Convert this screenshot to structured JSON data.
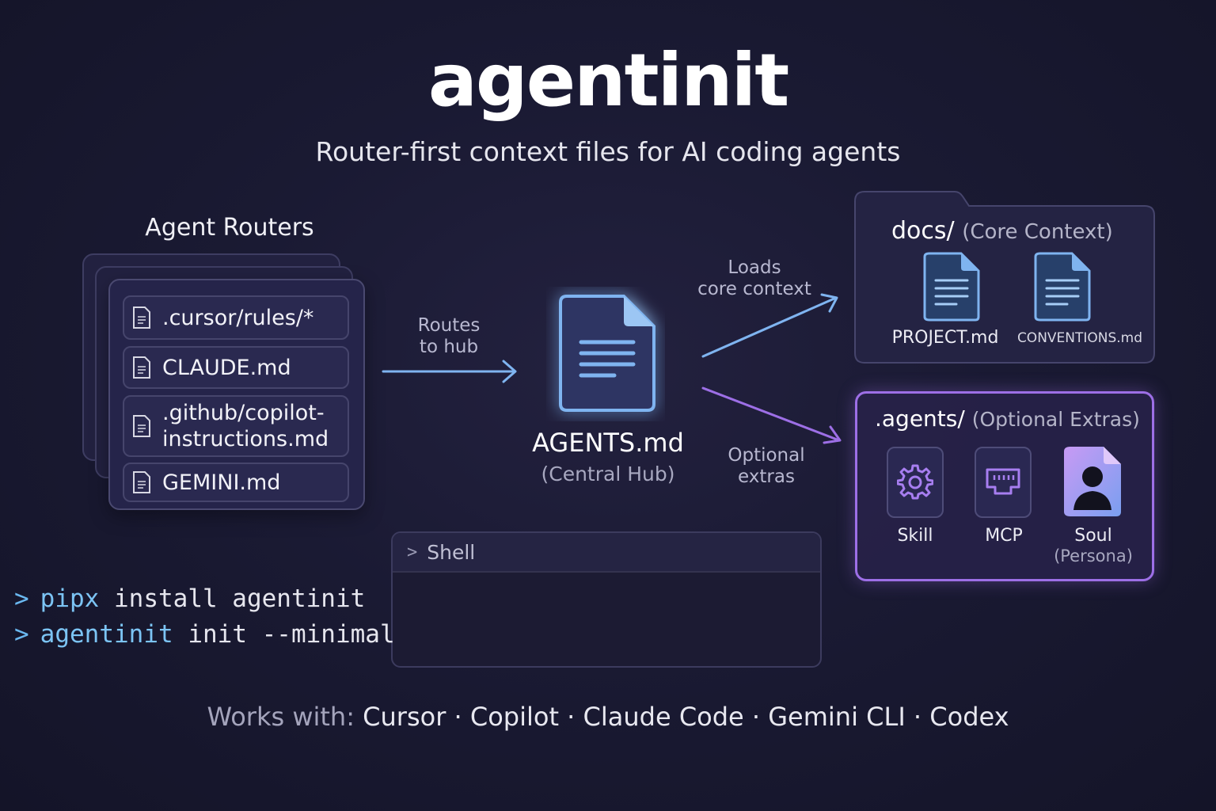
{
  "title": "agentinit",
  "subtitle": "Router-first context files for AI coding agents",
  "routers": {
    "heading": "Agent Routers",
    "items": [
      ".cursor/rules/*",
      "CLAUDE.md",
      ".github/copilot-\ninstructions.md",
      "GEMINI.md"
    ]
  },
  "flows": {
    "routes": "Routes\nto hub",
    "loads": "Loads\ncore context",
    "optional": "Optional\nextras"
  },
  "hub": {
    "title": "AGENTS.md",
    "subtitle": "(Central Hub)"
  },
  "docs": {
    "title": "docs/",
    "subtitle": "(Core Context)",
    "files": [
      "PROJECT.md",
      "CONVENTIONS.md"
    ]
  },
  "agents": {
    "title": ".agents/",
    "subtitle": "(Optional Extras)",
    "items": [
      {
        "label": "Skill",
        "icon": "gear-icon"
      },
      {
        "label": "MCP",
        "icon": "network-port-icon"
      },
      {
        "label": "Soul",
        "sub": "(Persona)",
        "icon": "person-icon"
      }
    ]
  },
  "shell": {
    "title": "Shell",
    "lines": [
      {
        "prompt": ">",
        "cmd": "pipx",
        "args": "install agentinit"
      },
      {
        "prompt": ">",
        "cmd": "agentinit",
        "args": "init --minimal"
      }
    ]
  },
  "works_with": {
    "label": "Works with:",
    "tools": "Cursor · Copilot · Claude Code · Gemini CLI · Codex"
  },
  "colors": {
    "accent_blue": "#7fb4f0",
    "accent_purple": "#9d6fe6",
    "background": "#1a1a33"
  }
}
